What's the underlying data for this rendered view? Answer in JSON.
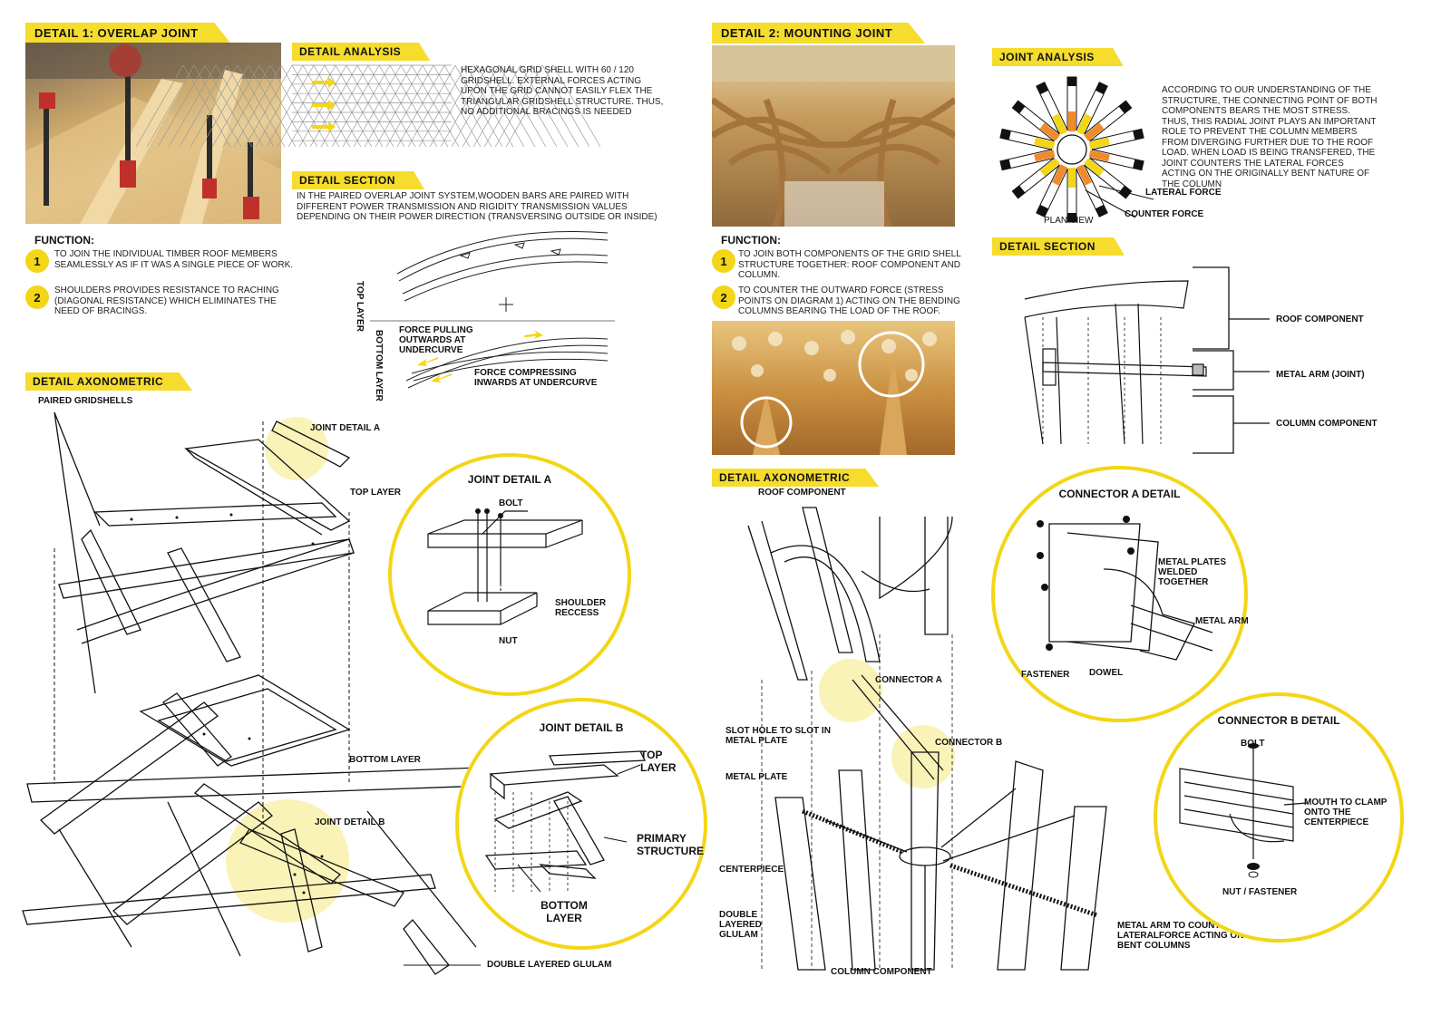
{
  "left": {
    "detail_tag": "DETAIL 1: OVERLAP JOINT",
    "analysis_tag": "DETAIL ANALYSIS",
    "analysis_text": "HEXAGONAL GRID SHELL WITH 60 / 120 GRIDSHELL. EXTERNAL FORCES ACTING UPON THE GRID CANNOT EASILY FLEX THE TRIANGULAR GRIDSHELL STRUCTURE. THUS, NO ADDITIONAL BRACINGS IS NEEDED",
    "section_tag": "DETAIL SECTION",
    "section_text": "IN THE PAIRED OVERLAP JOINT SYSTEM,WOODEN BARS ARE PAIRED WITH DIFFERENT POWER TRANSMISSION AND RIGIDITY TRANSMISSION VALUES DEPENDING ON THEIR POWER DIRECTION (TRANSVERSING OUTSIDE OR INSIDE)",
    "function_title": "FUNCTION:",
    "functions": [
      {
        "num": "1",
        "text": "TO JOIN THE INDIVIDUAL TIMBER ROOF MEMBERS SEAMLESSLY AS IF IT WAS A SINGLE PIECE OF WORK."
      },
      {
        "num": "2",
        "text": "SHOULDERS PROVIDES RESISTANCE TO RACHING (DIAGONAL RESISTANCE) WHICH ELIMINATES THE NEED OF BRACINGS."
      }
    ],
    "top_layer_label": "TOP LAYER",
    "bottom_layer_label": "BOTTOM LAYER",
    "force_out": "FORCE PULLING OUTWARDS AT UNDERCURVE",
    "force_in": "FORCE COMPRESSING INWARDS AT UNDERCURVE",
    "axo_tag": "DETAIL AXONOMETRIC",
    "axo_labels": {
      "paired": "PAIRED GRIDSHELLS",
      "joint_a": "JOINT DETAIL A",
      "top_layer": "TOP LAYER",
      "bottom_layer": "BOTTOM LAYER",
      "joint_b": "JOINT DETAIL B",
      "glulam": "DOUBLE LAYERED GLULAM"
    },
    "circle_a": {
      "title": "JOINT DETAIL A",
      "bolt": "BOLT",
      "shoulder": "SHOULDER RECCESS",
      "nut": "NUT"
    },
    "circle_b": {
      "title": "JOINT DETAIL B",
      "top": "TOP LAYER",
      "primary": "PRIMARY STRUCTURE",
      "bottom": "BOTTOM LAYER"
    }
  },
  "right": {
    "detail_tag": "DETAIL 2: MOUNTING JOINT",
    "analysis_tag": "JOINT ANALYSIS",
    "analysis_text": "ACCORDING TO OUR UNDERSTANDING OF THE STRUCTURE, THE CONNECTING POINT OF BOTH COMPONENTS BEARS THE MOST STRESS. THUS, THIS RADIAL JOINT PLAYS AN IMPORTANT ROLE TO PREVENT THE COLUMN MEMBERS FROM DIVERGING FURTHER DUE TO THE ROOF LOAD. WHEN LOAD IS BEING TRANSFERED, THE JOINT COUNTERS THE LATERAL FORCES ACTING ON THE ORIGINALLY BENT NATURE OF THE COLUMN",
    "lateral_force": "LATERAL FORCE",
    "counter_force": "COUNTER FORCE",
    "plan_view": "PLAN VIEW",
    "function_title": "FUNCTION:",
    "functions": [
      {
        "num": "1",
        "text": "TO JOIN BOTH COMPONENTS OF THE GRID SHELL STRUCTURE TOGETHER: ROOF COMPONENT AND COLUMN."
      },
      {
        "num": "2",
        "text": "TO COUNTER THE OUTWARD FORCE (STRESS POINTS ON DIAGRAM 1) ACTING ON THE BENDING COLUMNS BEARING THE LOAD OF THE ROOF."
      }
    ],
    "section_tag": "DETAIL SECTION",
    "section_labels": {
      "roof": "ROOF COMPONENT",
      "arm": "METAL ARM (JOINT)",
      "column": "COLUMN COMPONENT"
    },
    "axo_tag": "DETAIL AXONOMETRIC",
    "axo_labels": {
      "roof": "ROOF COMPONENT",
      "connector_a": "CONNECTOR A",
      "connector_b": "CONNECTOR B",
      "slot_hole": "SLOT HOLE TO SLOT IN METAL PLATE",
      "metal_plate": "METAL PLATE",
      "centerpiece": "CENTERPIECE",
      "glulam": "DOUBLE LAYERED GLULAM",
      "column": "COLUMN COMPONENT",
      "metal_arm": "METAL ARM TO COUNTER LATERALFORCE ACTING ON THE BENT COLUMNS"
    },
    "circle_a": {
      "title": "CONNECTOR A DETAIL",
      "plates": "METAL PLATES WELDED TOGETHER",
      "arm": "METAL ARM",
      "fastener": "FASTENER",
      "dowel": "DOWEL"
    },
    "circle_b": {
      "title": "CONNECTOR B DETAIL",
      "bolt": "BOLT",
      "mouth": "MOUTH TO CLAMP ONTO THE CENTERPIECE",
      "nut": "NUT / FASTENER"
    }
  },
  "colors": {
    "accent": "#f5dc2d",
    "highlight": "#f7ee9a",
    "wood": "#c99b5a",
    "ink": "#111111"
  }
}
